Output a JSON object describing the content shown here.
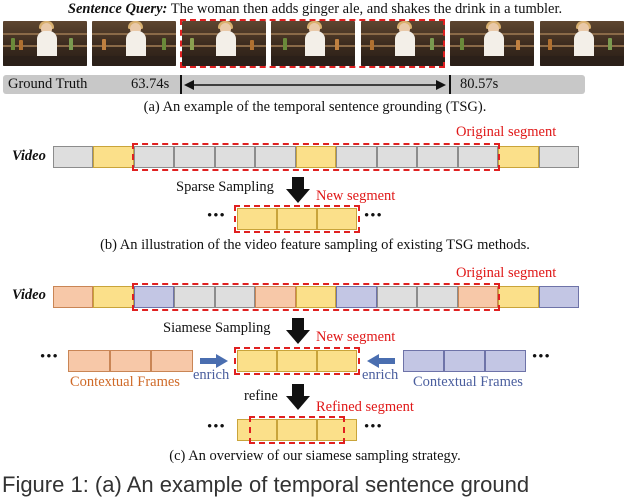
{
  "panel_a": {
    "query_label": "Sentence Query:",
    "query_text": " The woman then adds ginger ale, and shakes the drink in a tumbler.",
    "gt_label": "Ground Truth",
    "start_time": "63.74s",
    "end_time": "80.57s",
    "caption": "(a) An example of the temporal sentence grounding (TSG)."
  },
  "panel_b": {
    "video_label": "Video",
    "original_label": "Original segment",
    "step_label": "Sparse Sampling",
    "new_label": "New segment",
    "ellipsis": "•••",
    "caption": "(b) An illustration of the video feature sampling of existing TSG methods."
  },
  "panel_c": {
    "video_label": "Video",
    "original_label": "Original segment",
    "step_label": "Siamese Sampling",
    "new_label": "New segment",
    "enrich_left": "enrich",
    "enrich_right": "enrich",
    "context_left": "Contextual Frames",
    "context_right": "Contextual Frames",
    "refine_label": "refine",
    "refined_label": "Refined segment",
    "ellipsis": "•••",
    "caption": "(c) An overview of our siamese sampling strategy."
  },
  "figure_caption": "Figure 1: (a) An example of temporal sentence ground",
  "colors": {
    "red": "#e02020",
    "yellow": "#fbe08a",
    "orange": "#f7c8a8",
    "blue": "#c3c6e4",
    "gray": "#dedede"
  },
  "icons": [
    "arrow-down-icon",
    "arrow-left-icon",
    "double-arrow-icon"
  ]
}
